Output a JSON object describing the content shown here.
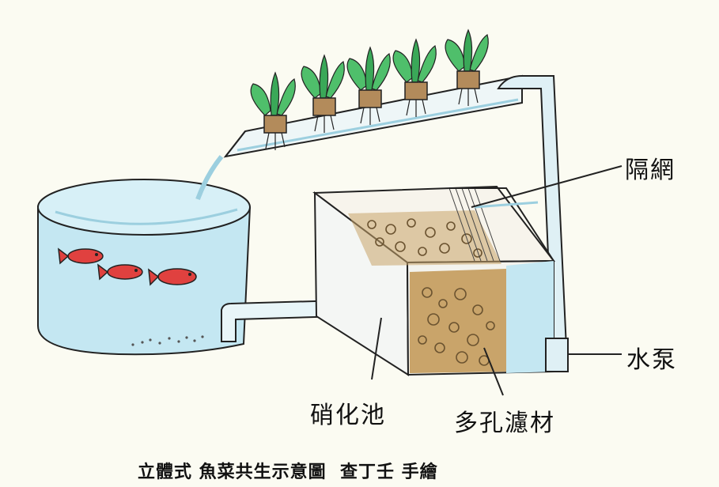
{
  "labels": {
    "mesh": "隔網",
    "pump": "水泵",
    "nitrification_tank": "硝化池",
    "porous_media": "多孔濾材"
  },
  "caption": {
    "title": "立體式 魚菜共生示意圖",
    "author": "查丁壬 手繪"
  },
  "colors": {
    "background": "#fbfbf2",
    "water": "#c4e7f2",
    "fish": "#e0413f",
    "leaf": "#4fbf6b",
    "pot": "#b38b5b",
    "media": "#c9a46a",
    "outline": "#222222"
  }
}
